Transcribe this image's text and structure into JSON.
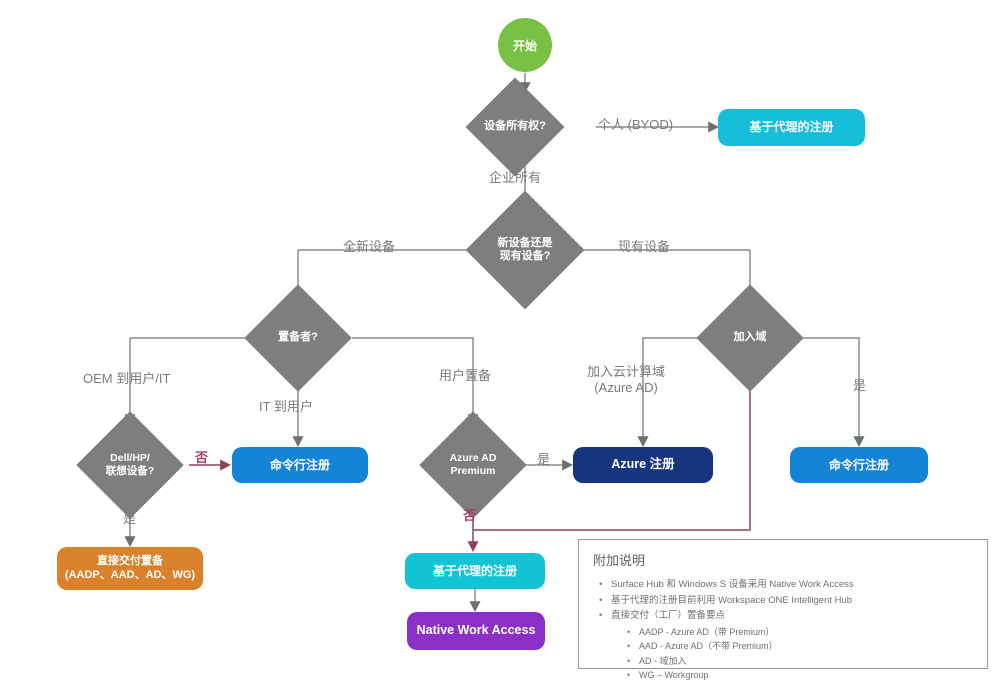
{
  "diagram": {
    "title": "Windows 10 设备注册决策流程图",
    "type": "flowchart",
    "colors": {
      "start_green": "#79C143",
      "decision_gray": "#7E7E7E",
      "cyan": "#16BDD8",
      "blue": "#1484D6",
      "navy": "#17357E",
      "orange": "#D9822B",
      "purple": "#8B2FC9",
      "edge_gray": "#8C8C8C",
      "edge_maroon": "#8E4258",
      "no_label_red": "#A94062"
    }
  },
  "nodes": {
    "start": "开始",
    "d_ownership": "设备所有权?",
    "agent_enroll_top": "基于代理的注册",
    "d_new_or_existing_l1": "新设备还是",
    "d_new_or_existing_l2": "现有设备?",
    "d_provisioner": "置备者?",
    "d_domain_join": "加入域",
    "d_dell_l1": "Dell/HP/",
    "d_dell_l2": "联想设备?",
    "d_aadp_l1": "Azure AD",
    "d_aadp_l2": "Premium",
    "cmdline_enroll_mid": "命令行注册",
    "cmdline_enroll_right": "命令行注册",
    "azure_enroll": "Azure 注册",
    "direct_delivery_l1": "直接交付置备",
    "direct_delivery_l2": "(AADP、AAD、AD、WG)",
    "agent_enroll_bottom": "基于代理的注册",
    "native_work_access": "Native Work Access"
  },
  "edges": {
    "personal_byod": "个人 (BYOD)",
    "corporate_owned": "企业所有",
    "brand_new_device": "全新设备",
    "existing_device": "现有设备",
    "oem_to_user_it": "OEM 到用户/IT",
    "it_to_user": "IT 到用户",
    "user_provision": "用户置备",
    "join_cloud_domain_l1": "加入云计算域",
    "join_cloud_domain_l2": "(Azure AD)",
    "yes_domain": "是",
    "no_dell": "否",
    "yes_dell": "是",
    "yes_aadp": "是",
    "no_aadp": "否"
  },
  "notes": {
    "heading": "附加说明",
    "items": [
      "Surface Hub 和 Windows S 设备采用 Native Work Access",
      "基于代理的注册目前利用 Workspace ONE Intelligent Hub",
      "直接交付（工厂）置备要点"
    ],
    "sub_items": [
      "AADP - Azure AD（带 Premium）",
      "AAD - Azure AD（不带 Premium）",
      "AD - 域加入",
      "WG – Workgroup"
    ]
  }
}
